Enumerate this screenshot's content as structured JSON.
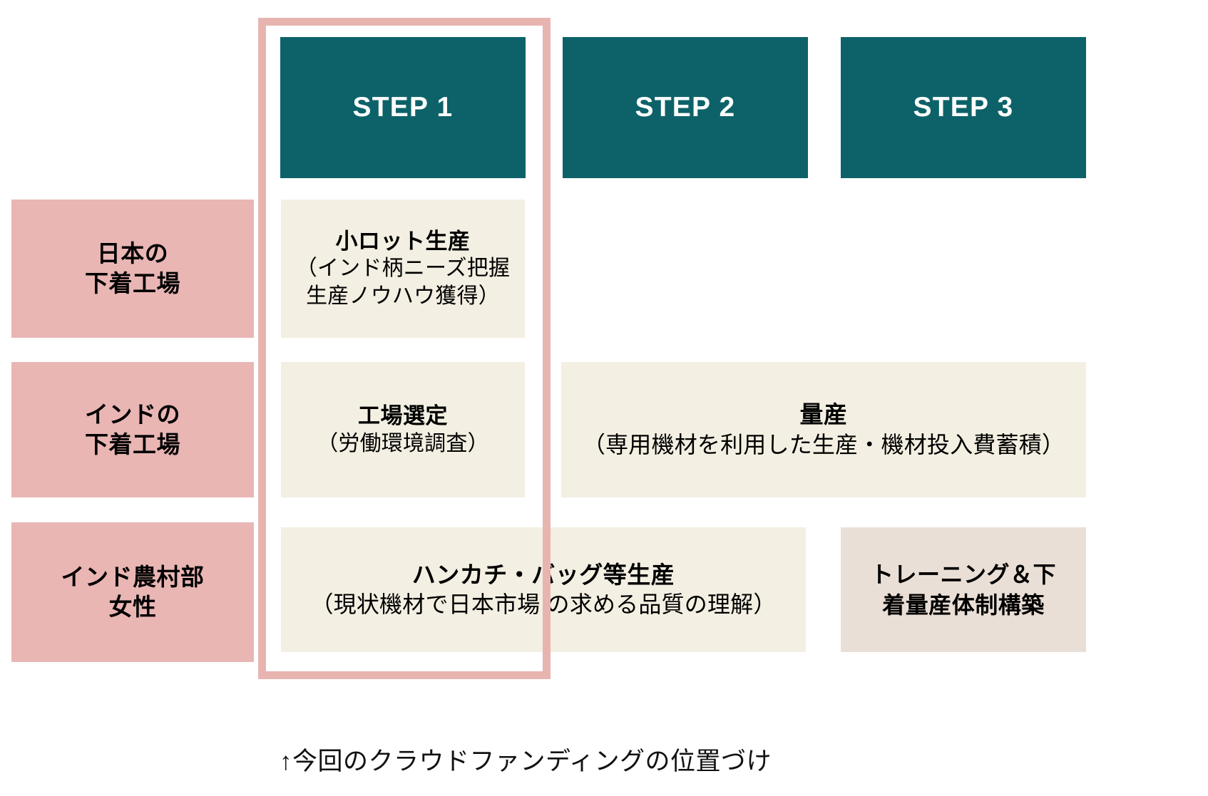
{
  "diagram": {
    "background_color": "#FFFFFF",
    "palette": {
      "step_header": "#0D6269",
      "row_label": "#E9B6B4",
      "cell": "#F3EFE2",
      "cell_tint": "#EADFD6",
      "highlight_border": "#E8B4B0",
      "text": "#000000",
      "step_text": "#FFFFFF"
    },
    "steps": [
      {
        "label": "STEP 1"
      },
      {
        "label": "STEP 2"
      },
      {
        "label": "STEP 3"
      }
    ],
    "row_labels": [
      {
        "line1": "日本の",
        "line2": "下着工場"
      },
      {
        "line1": "インドの",
        "line2": "下着工場"
      },
      {
        "line1": "インド農村部",
        "line2": "女性"
      }
    ],
    "cells": {
      "row1_step1": {
        "title": "小ロット生産",
        "sub_line1": "（インド柄ニーズ把握",
        "sub_line2": "生産ノウハウ獲得）"
      },
      "row2_step1": {
        "title": "工場選定",
        "sub_line1": "（労働環境調査）"
      },
      "row2_step2_3": {
        "title": "量産",
        "sub_line1": "（専用機材を利用した生産・機材投入費蓄積）"
      },
      "row3_step1_2": {
        "title": "ハンカチ・バッグ等生産",
        "sub_line1": "（現状機材で日本市場 の求める品質の理解）"
      },
      "row3_step3": {
        "title_line1": "トレーニング＆下",
        "title_line2": "着量産体制構築"
      }
    },
    "caption": "↑今回のクラウドファンディングの位置づけ"
  }
}
